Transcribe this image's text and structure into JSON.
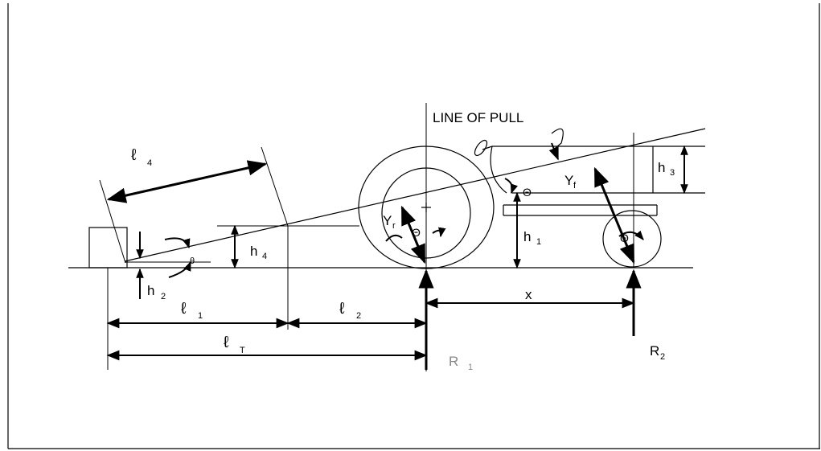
{
  "title": "LINE OF PULL",
  "labels": {
    "l4": "ℓ",
    "l4_sub": "4",
    "l1": "ℓ",
    "l1_sub": "1",
    "l2": "ℓ",
    "l2_sub": "2",
    "lT": "ℓ",
    "lT_sub": "T",
    "h1": "h",
    "h1_sub": "1",
    "h2": "h",
    "h2_sub": "2",
    "h3": "h",
    "h3_sub": "3",
    "h4": "h",
    "h4_sub": "4",
    "x": "x",
    "R1": "R",
    "R1_sub": "1",
    "R2": "R",
    "R2_sub": "2",
    "Yf": "Y",
    "Yf_sub": "f",
    "Yr": "Y",
    "Yr_sub": "r",
    "theta_hitch": "θ",
    "theta_line": "Θ",
    "theta_rear": "Θ",
    "theta_front": "Θ"
  }
}
